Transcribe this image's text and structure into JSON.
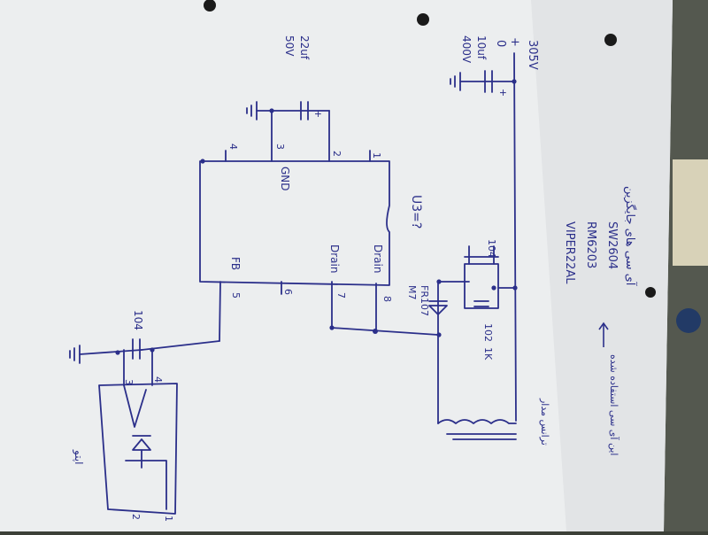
{
  "chip": {
    "designator": "U3=?",
    "pins": {
      "p1": "1",
      "p2": "2",
      "p3": "3",
      "p4": "4",
      "p5": "5",
      "p6": "6",
      "p7": "7",
      "p8": "8"
    },
    "labels": {
      "gnd": "GND",
      "fb": "FB",
      "drain7": "Drain",
      "drain8": "Drain"
    }
  },
  "input": {
    "voltage": "305V",
    "plus": "+",
    "zero": "0",
    "cap_value": "10uf",
    "cap_voltage": "400V",
    "cap_plus": "+"
  },
  "vcc_cap": {
    "value": "22uf",
    "voltage": "50V",
    "plus": "+"
  },
  "fb_cap": {
    "value": "104"
  },
  "snubber": {
    "cap1": "104",
    "resistor": "1K",
    "cap2": "102",
    "diode": "FR107",
    "diode2": "M7"
  },
  "optocoupler": {
    "pin1": "1",
    "pin2": "2",
    "pin3": "3",
    "pin4": "4",
    "note": "اپتو"
  },
  "notes": {
    "heading": "آی سی های جایگزین",
    "part1": "SW2604",
    "part2": "RM6203",
    "part3": "VIPER22AL",
    "arrow_note": "این آی سی استفاده شده",
    "transformer_note": "ترانس مدار"
  },
  "colors": {
    "ink": "#2b2f8a",
    "paper": "#eceeef",
    "background": "#3c4038"
  }
}
